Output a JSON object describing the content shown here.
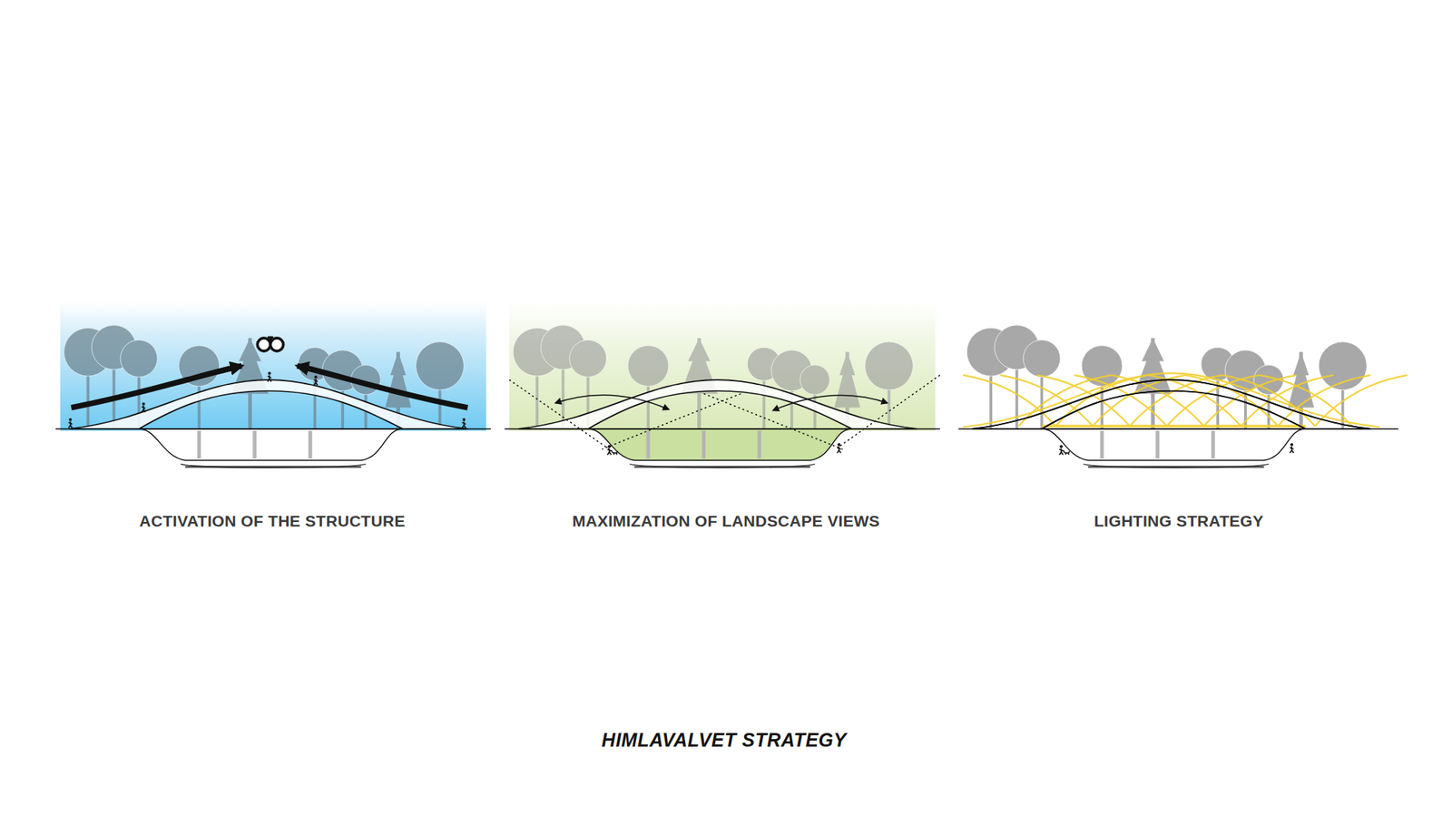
{
  "diagram": {
    "title": "HIMLAVALVET STRATEGY",
    "labels": [
      "ACTIVATION OF THE STRUCTURE",
      "MAXIMIZATION OF LANDSCAPE VIEWS",
      "LIGHTING STRATEGY"
    ]
  }
}
